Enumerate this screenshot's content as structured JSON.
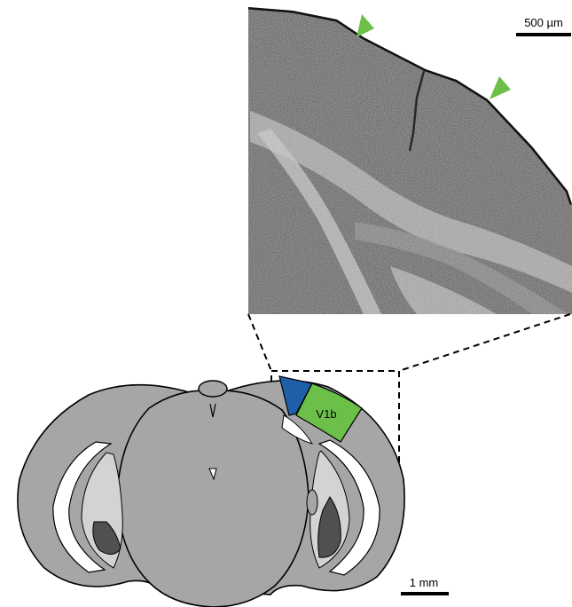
{
  "micrograph": {
    "scale_bar_label": "500 µm",
    "arrowhead_color": "#6cc04a",
    "arrowhead_count": 2
  },
  "atlas": {
    "region_label": "V1b",
    "region_colors": {
      "blue_region": "#1f5fa8",
      "green_region": "#6cc04a"
    },
    "tissue_color": "#a6a6a6",
    "ventricle_color": "#d3d3d3",
    "dark_structure_color": "#505050",
    "scale_bar_label": "1 mm"
  }
}
